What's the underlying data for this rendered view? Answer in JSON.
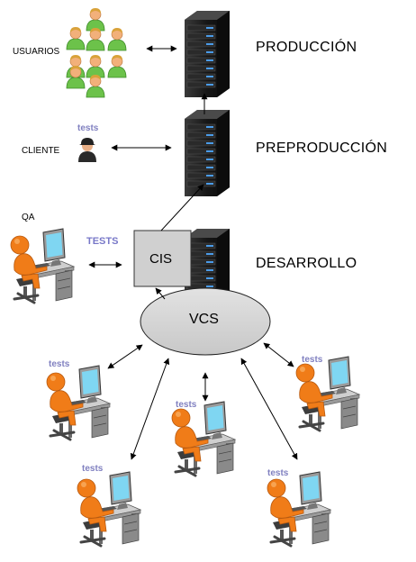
{
  "labels": {
    "usuarios": "USUARIOS",
    "cliente": "CLIENTE",
    "qa": "QA",
    "produccion": "PRODUCCIÓN",
    "preproduccion": "PREPRODUCCIÓN",
    "desarrollo": "DESARROLLO",
    "cis": "CIS",
    "vcs": "VCS"
  },
  "tests": {
    "cliente": "tests",
    "qa": "TESTS",
    "dev1": "tests",
    "dev2": "tests",
    "dev3": "tests",
    "dev4": "tests",
    "dev5": "tests"
  },
  "colors": {
    "user_group_green": "#6cc24a",
    "user_skin": "#f2b07a",
    "developer_orange": "#f07c18",
    "server_black": "#1c1c1c",
    "server_led_blue": "#4a9be8",
    "cis_box": "#d0d0d0",
    "vcs_ellipse": "#d4d4d4",
    "tests_label": "#8080c0"
  },
  "icons": {
    "users": "user-group-icon",
    "client": "client-icon",
    "developer": "developer-workstation-icon",
    "server": "server-rack-icon"
  }
}
